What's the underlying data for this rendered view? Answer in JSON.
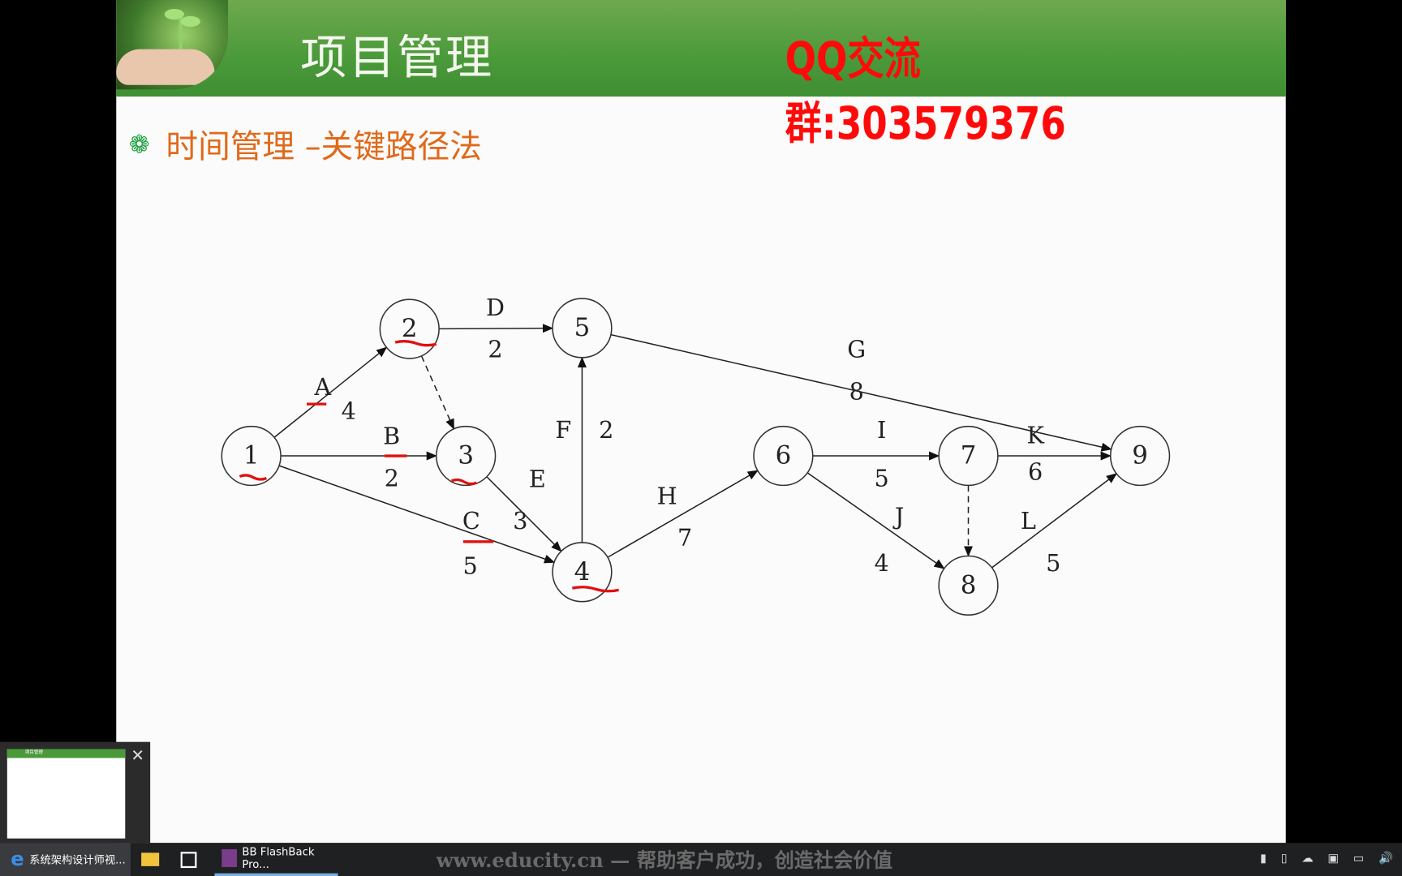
{
  "slide": {
    "title": "项目管理",
    "qq_group": "QQ交流群:303579376",
    "subtitle": "时间管理 –关键路径法",
    "footer": "www.educity.cn — 帮助客户成功，创造社会价值"
  },
  "diagram": {
    "nodes": [
      "1",
      "2",
      "3",
      "4",
      "5",
      "6",
      "7",
      "8",
      "9"
    ],
    "highlighted_nodes": [
      "1",
      "2",
      "3",
      "4"
    ],
    "edges": [
      {
        "from": "1",
        "to": "2",
        "activity": "A",
        "duration": "4",
        "dashed": false,
        "highlighted": true
      },
      {
        "from": "1",
        "to": "3",
        "activity": "B",
        "duration": "2",
        "dashed": false,
        "highlighted": true
      },
      {
        "from": "1",
        "to": "4",
        "activity": "C",
        "duration": "5",
        "dashed": false,
        "highlighted": true
      },
      {
        "from": "2",
        "to": "5",
        "activity": "D",
        "duration": "2",
        "dashed": false,
        "highlighted": false
      },
      {
        "from": "2",
        "to": "3",
        "activity": "",
        "duration": "",
        "dashed": true,
        "highlighted": false
      },
      {
        "from": "3",
        "to": "4",
        "activity": "E",
        "duration": "3",
        "dashed": false,
        "highlighted": false
      },
      {
        "from": "4",
        "to": "5",
        "activity": "F",
        "duration": "2",
        "dashed": false,
        "highlighted": false
      },
      {
        "from": "5",
        "to": "9",
        "activity": "G",
        "duration": "8",
        "dashed": false,
        "highlighted": false
      },
      {
        "from": "4",
        "to": "6",
        "activity": "H",
        "duration": "7",
        "dashed": false,
        "highlighted": false
      },
      {
        "from": "6",
        "to": "7",
        "activity": "I",
        "duration": "5",
        "dashed": false,
        "highlighted": false
      },
      {
        "from": "6",
        "to": "8",
        "activity": "J",
        "duration": "4",
        "dashed": false,
        "highlighted": false
      },
      {
        "from": "7",
        "to": "9",
        "activity": "K",
        "duration": "6",
        "dashed": false,
        "highlighted": false
      },
      {
        "from": "7",
        "to": "8",
        "activity": "",
        "duration": "",
        "dashed": true,
        "highlighted": false
      },
      {
        "from": "8",
        "to": "9",
        "activity": "L",
        "duration": "5",
        "dashed": false,
        "highlighted": false
      }
    ],
    "annotation_color": "#e01010"
  },
  "taskbar": {
    "items": [
      {
        "label": "系统架构设计师视...",
        "icon": "edge-browser-icon"
      },
      {
        "label": "",
        "icon": "file-explorer-icon"
      },
      {
        "label": "",
        "icon": "store-icon"
      },
      {
        "label": "BB FlashBack Pro...",
        "icon": "flashback-recorder-icon"
      }
    ]
  },
  "thumbnail": {
    "title": "项目管理",
    "close": "✕"
  }
}
